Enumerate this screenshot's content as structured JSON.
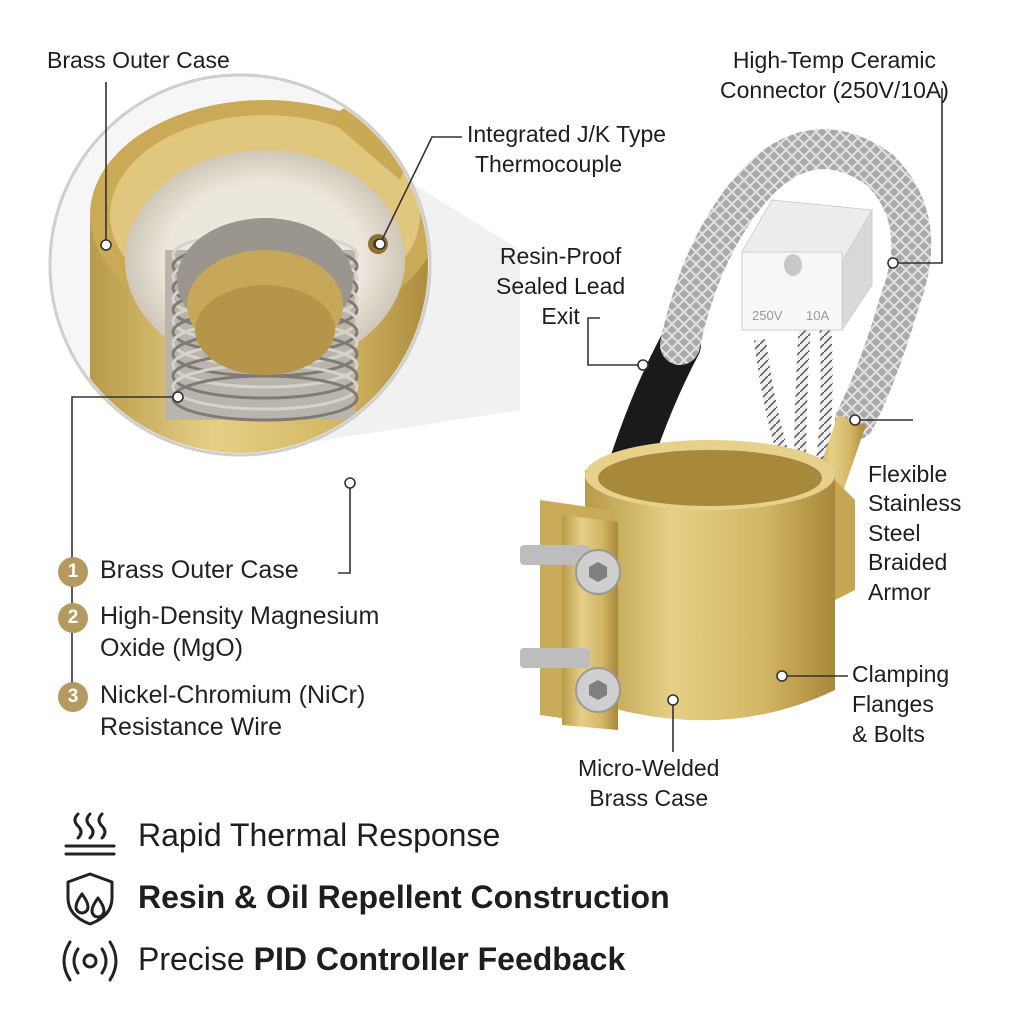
{
  "callouts": {
    "brass_outer_case_top": "Brass Outer Case",
    "thermocouple": [
      "Integrated J/K Type",
      "Thermocouple"
    ],
    "ceramic_connector": [
      "High-Temp Ceramic",
      "Connector (250V/10A)"
    ],
    "lead_exit": [
      "Resin-Proof",
      "Sealed Lead",
      "Exit"
    ],
    "braided_armor": [
      "Flexible",
      "Stainless",
      "Steel",
      "Braided",
      "Armor"
    ],
    "clamping": [
      "Clamping",
      "Flanges",
      "& Bolts"
    ],
    "welded_case": [
      "Micro-Welded",
      "Brass Case"
    ]
  },
  "connector_markings": {
    "voltage": "250V",
    "current": "10A"
  },
  "layers": [
    {
      "number": "1",
      "lines": [
        "Brass Outer Case"
      ]
    },
    {
      "number": "2",
      "lines": [
        "High-Density Magnesium",
        "Oxide (MgO)"
      ]
    },
    {
      "number": "3",
      "lines": [
        "Nickel-Chromium (NiCr)",
        "Resistance Wire"
      ]
    }
  ],
  "features": [
    {
      "icon": "heat-waves-icon",
      "text": "Rapid Thermal Response"
    },
    {
      "icon": "shield-droplet-icon",
      "text": "Resin & Oil Repellent Construction"
    },
    {
      "icon": "feedback-signal-icon",
      "text_plain": "Precise ",
      "text_bold": "PID Controller Feedback"
    }
  ],
  "colors": {
    "brass": "#d8be6a",
    "brass_dark": "#b0913e",
    "badge": "#b49a60",
    "mgo": "#ebe6dc",
    "text": "#1e1e1e"
  }
}
